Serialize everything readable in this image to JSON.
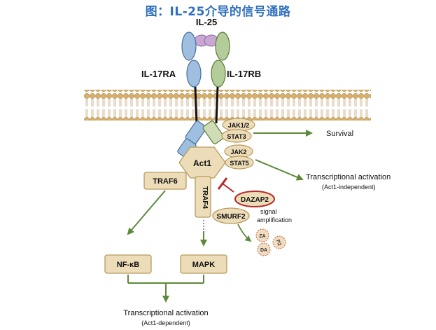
{
  "title": "图：IL-25介导的信号通路",
  "ligand": "IL-25",
  "receptor_a": "IL-17RA",
  "receptor_b": "IL-17RB",
  "act1": "Act1",
  "traf6": "TRAF6",
  "traf4": "TRAF4",
  "jak12": "JAK1/2",
  "stat3": "STAT3",
  "jak2": "JAK2",
  "stat5": "STAT5",
  "survival": "Survival",
  "tx_independent": "Transcriptional activation",
  "tx_independent_sub": "(Act1-independent)",
  "dazap2": "DAZAP2",
  "smurf2": "SMURF2",
  "signal_amp_1": "signal",
  "signal_amp_2": "amplification",
  "za": "ZA",
  "p2": "P2",
  "da": "DA",
  "nfkb": "NF-κB",
  "mapk": "MAPK",
  "tx_dependent": "Transcriptional activation",
  "tx_dependent_sub": "(Act1-dependent)",
  "colors": {
    "title": "#2f6fbf",
    "receptor_a": "#9fbfe0",
    "receptor_b": "#b3cc99",
    "ligand": "#c9a6d4",
    "box_fill": "#eddcb8",
    "box_stroke": "#b89a5e",
    "arrow_green": "#5c8a3a",
    "inhibit_red": "#b52a2a",
    "membrane": "#c8a060"
  }
}
